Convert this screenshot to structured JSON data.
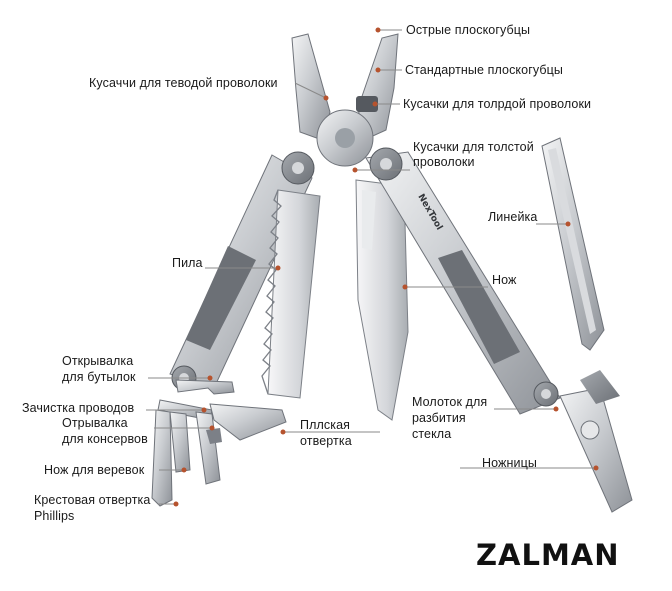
{
  "brand": "ZALMAN",
  "tool_engraving": "NexTool",
  "colors": {
    "steel_light": "#e4e5e7",
    "steel_mid": "#b9bcc1",
    "steel_dark": "#7c8087",
    "leader_line": "#8a8a8a",
    "pointer_dot": "#b6532e",
    "text": "#1a1a1a"
  },
  "labels": {
    "needle_pliers": "Острые плоскогубцы",
    "standard_pliers": "Стандартные плоскогубцы",
    "hard_wire_cutter_left": "Кусаччи для теводой проволоки",
    "hard_wire_cutter_right": "Кусачки для толрдой проволоки",
    "thick_wire_cutter_line1": "Кусачки для толстой",
    "thick_wire_cutter_line2": "проволоки",
    "ruler": "Линейка",
    "saw": "Пила",
    "knife": "Нож",
    "bottle_opener_line1": "Открывалка",
    "bottle_opener_line2": "для бутылок",
    "wire_stripper": "Зачистка проводов",
    "can_opener_line1": "Отрывалка",
    "can_opener_line2": "для консервов",
    "flat_screwdriver_line1": "Пллская",
    "flat_screwdriver_line2": "отвертка",
    "hammer_line1": "Молоток для",
    "hammer_line2": "разбития",
    "hammer_line3": "стекла",
    "scissors": "Ножницы",
    "rope_knife": "Нож для веревок",
    "phillips_line1": "Крестовая отвертка",
    "phillips_line2": "Phillips"
  }
}
